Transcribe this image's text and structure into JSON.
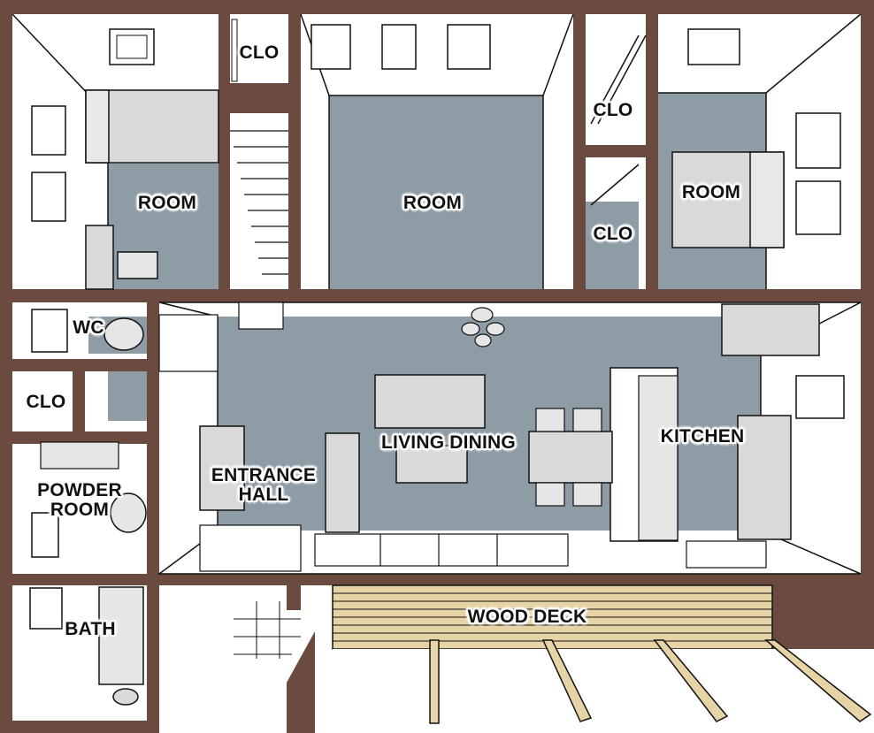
{
  "plan": {
    "colors": {
      "wall": "#6b4a3f",
      "floor": "#8e9ca6",
      "deck": "#e6d3a6",
      "furniture": "#d9d9d9",
      "line": "#111111"
    },
    "labels": {
      "room_upper_left": "ROOM",
      "clo_top": "CLO",
      "room_upper_middle": "ROOM",
      "clo_right_upper": "CLO",
      "clo_right_lower": "CLO",
      "room_upper_right": "ROOM",
      "wc": "WC",
      "clo_left": "CLO",
      "powder_room_line1": "POWDER",
      "powder_room_line2": "ROOM",
      "bath": "BATH",
      "entrance_hall_line1": "ENTRANCE",
      "entrance_hall_line2": "HALL",
      "living_dining": "LIVING DINING",
      "kitchen": "KITCHEN",
      "wood_deck": "WOOD DECK"
    }
  }
}
